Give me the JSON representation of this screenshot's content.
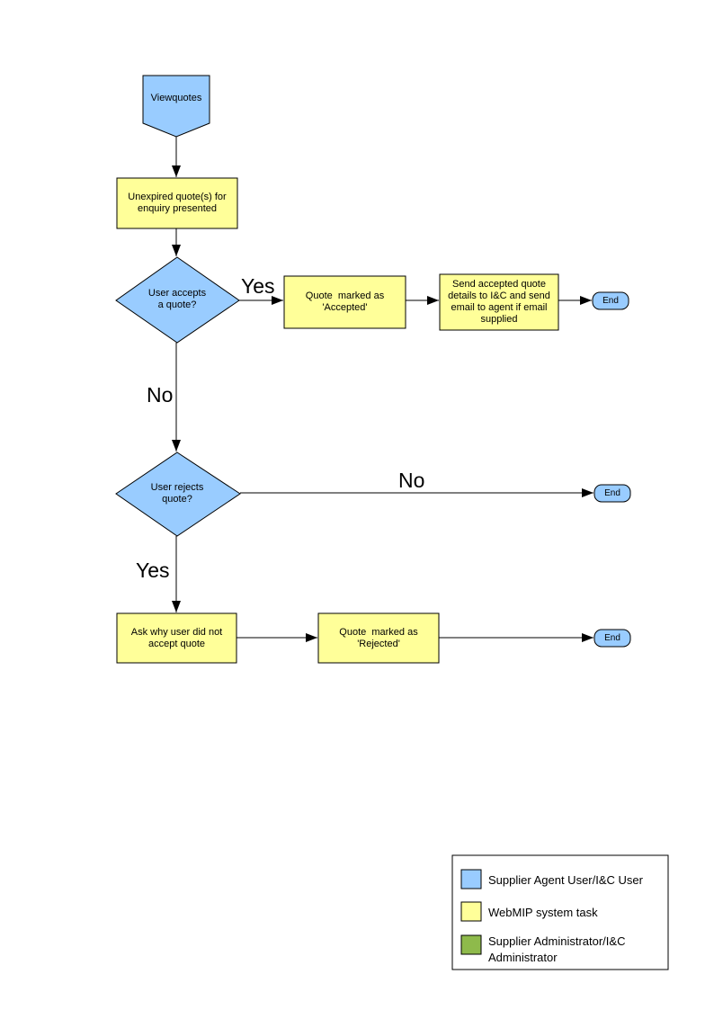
{
  "colors": {
    "actor_blue": "#99CCFF",
    "task_yellow": "#FFFF99",
    "admin_green": "#8EBA4B",
    "stroke": "#000000",
    "page_background": "#FFFFFF"
  },
  "nodes": {
    "start": "Viewquotes",
    "present_quotes": "Unexpired quote(s) for\nenquiry presented",
    "accept_decision": "User accepts\na quote?",
    "mark_accepted": "Quote  marked as\n'Accepted'",
    "send_details": "Send accepted quote\ndetails to I&C and send\nemail to agent if email\nsupplied",
    "reject_decision": "User rejects\nquote?",
    "ask_why": "Ask why user did not\naccept quote",
    "mark_rejected": "Quote  marked as\n'Rejected'",
    "end": "End"
  },
  "edge_labels": {
    "accept_yes": "Yes",
    "accept_no": "No",
    "reject_no": "No",
    "reject_yes": "Yes"
  },
  "legend": {
    "items": [
      {
        "label": "Supplier Agent User/I&C User",
        "color": "#99CCFF"
      },
      {
        "label": "WebMIP system task",
        "color": "#FFFF99"
      },
      {
        "label": "Supplier Administrator/I&C\nAdministrator",
        "color": "#8EBA4B"
      }
    ]
  }
}
